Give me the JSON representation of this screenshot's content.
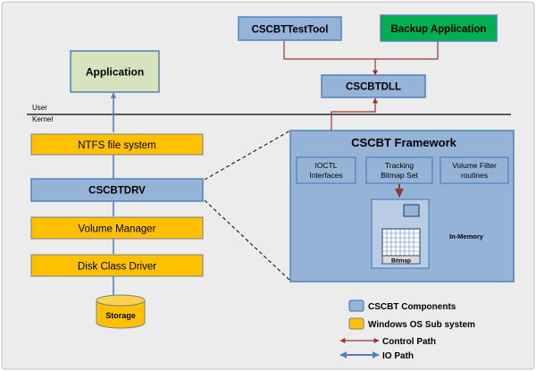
{
  "colors": {
    "page_background": "#ececec",
    "component_blue": "#95b3d7",
    "component_blue_border": "#4f81bd",
    "os_yellow": "#ffc000",
    "application_green": "#d6e3bc",
    "backup_green": "#00b050",
    "control_path": "#943634",
    "io_path": "#4f81bd"
  },
  "layers": {
    "user": "User",
    "kernel": "Kernel"
  },
  "nodes": {
    "application": "Application",
    "testtool": "CSCBTTestTool",
    "backup": "Backup Application",
    "dll": "CSCBTDLL",
    "ntfs": "NTFS file system",
    "drv": "CSCBTDRV",
    "volmgr": "Volume Manager",
    "disk": "Disk Class Driver",
    "storage": "Storage"
  },
  "framework": {
    "title": "CSCBT Framework",
    "ioctl": [
      "IOCTL",
      "Interfaces"
    ],
    "tracking": [
      "Tracking",
      "Bitmap Set"
    ],
    "volfilter": [
      "Volume Filter",
      "routines"
    ],
    "bitmap": "Bitmap",
    "in_memory": "In-Memory"
  },
  "legend": {
    "components": "CSCBT Components",
    "os": "Windows OS Sub system",
    "control": "Control Path",
    "io": "IO Path"
  }
}
